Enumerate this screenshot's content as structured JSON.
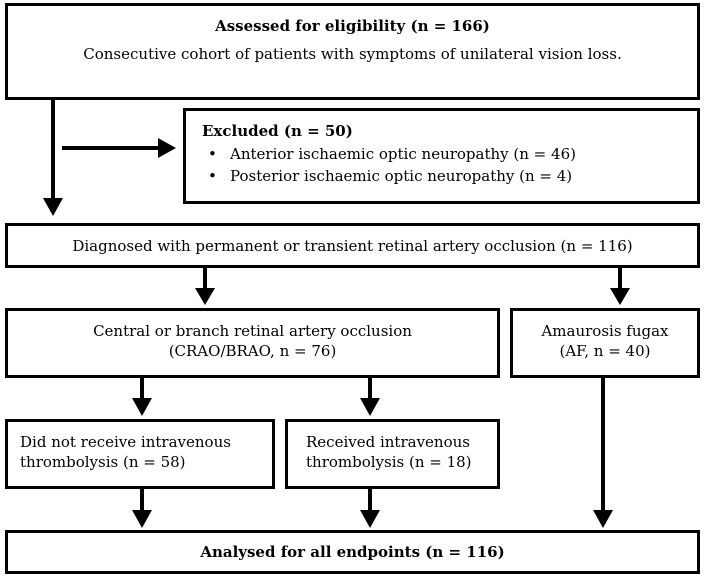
{
  "eligibility": {
    "title": "Assessed for eligibility (n = 166)",
    "subtitle": "Consecutive cohort of patients with symptoms of unilateral vision loss."
  },
  "excluded": {
    "title": "Excluded (n = 50)",
    "items": [
      "Anterior ischaemic optic neuropathy (n = 46)",
      "Posterior ischaemic optic neuropathy (n = 4)"
    ]
  },
  "diagnosed": {
    "text": "Diagnosed with permanent or transient retinal artery occlusion (n = 116)"
  },
  "crao": {
    "line1": "Central or branch retinal artery occlusion",
    "line2": "(CRAO/BRAO, n = 76)"
  },
  "af": {
    "line1": "Amaurosis fugax",
    "line2": "(AF, n = 40)"
  },
  "no_ivt": {
    "line1": "Did not receive intravenous",
    "line2": "thrombolysis (n = 58)"
  },
  "ivt": {
    "line1": "Received intravenous",
    "line2": "thrombolysis (n = 18)"
  },
  "analysed": {
    "text": "Analysed for all endpoints (n = 116)"
  },
  "colors": {
    "border": "#000000",
    "arrow": "#000000",
    "background": "#ffffff"
  }
}
